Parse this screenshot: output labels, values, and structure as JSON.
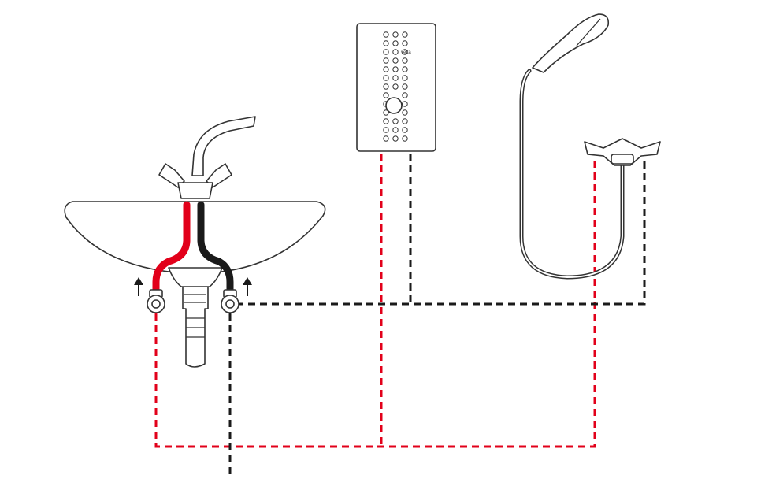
{
  "heater": {
    "brand_label": "velta"
  },
  "colors": {
    "hot_pipe": "#e2001a",
    "cold_pipe": "#1a1a1a",
    "outline": "#333333",
    "background": "#ffffff"
  },
  "icons": {
    "wash_basin": "basin-with-mixer-tap",
    "water_heater": "instantaneous-water-heater",
    "shower": "hand-shower-with-hose-and-mixer",
    "flow_arrow": "up-arrow-icon"
  }
}
